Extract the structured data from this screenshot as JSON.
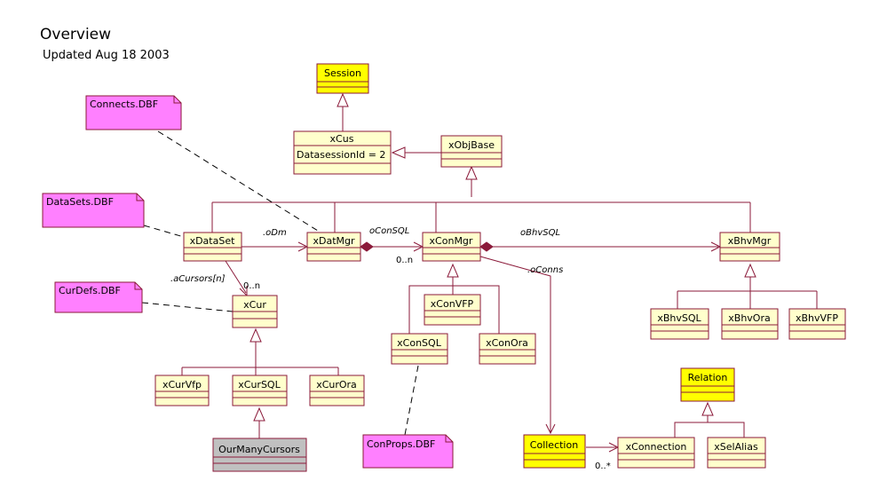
{
  "header": {
    "title": "Overview",
    "subtitle": "Updated Aug 18 2003"
  },
  "colors": {
    "class_fill": "#ffffcc",
    "class_border": "#8b1a3a",
    "highlight_fill": "#ffff00",
    "note_fill": "#ff80ff",
    "subclass_fill": "#c0c0c0",
    "line": "#8b1a3a"
  },
  "classes": {
    "session": {
      "name": "Session"
    },
    "xcus": {
      "name": "xCus",
      "attribute": "DatasessionId = 2"
    },
    "xobjbase": {
      "name": "xObjBase"
    },
    "xdataset": {
      "name": "xDataSet"
    },
    "xdatmgr": {
      "name": "xDatMgr"
    },
    "xconmgr": {
      "name": "xConMgr"
    },
    "xbhvmgr": {
      "name": "xBhvMgr"
    },
    "xcur": {
      "name": "xCur"
    },
    "xcurvfp": {
      "name": "xCurVfp"
    },
    "xcursql": {
      "name": "xCurSQL"
    },
    "xcurora": {
      "name": "xCurOra"
    },
    "ourmanycursors": {
      "name": "OurManyCursors"
    },
    "xconvfp": {
      "name": "xConVFP"
    },
    "xconsql": {
      "name": "xConSQL"
    },
    "xconora": {
      "name": "xConOra"
    },
    "xbhvsql": {
      "name": "xBhvSQL"
    },
    "xbhvora": {
      "name": "xBhvOra"
    },
    "xbhvvfp": {
      "name": "xBhvVFP"
    },
    "relation": {
      "name": "Relation"
    },
    "collection": {
      "name": "Collection"
    },
    "xconnection": {
      "name": "xConnection"
    },
    "xselalias": {
      "name": "xSelAlias"
    }
  },
  "notes": {
    "connects": "Connects.DBF",
    "datasets": "DataSets.DBF",
    "curdefs": "CurDefs.DBF",
    "conprops": "ConProps.DBF"
  },
  "associations": {
    "odm": ".oDm",
    "oconsql": "oConSQL",
    "oconsql_mult": "0..n",
    "obhvsql": "oBhvSQL",
    "oconns": ".oConns",
    "acursors": ".aCursors[n]",
    "acursors_mult": "0..n",
    "collection_mult": "0..*"
  }
}
